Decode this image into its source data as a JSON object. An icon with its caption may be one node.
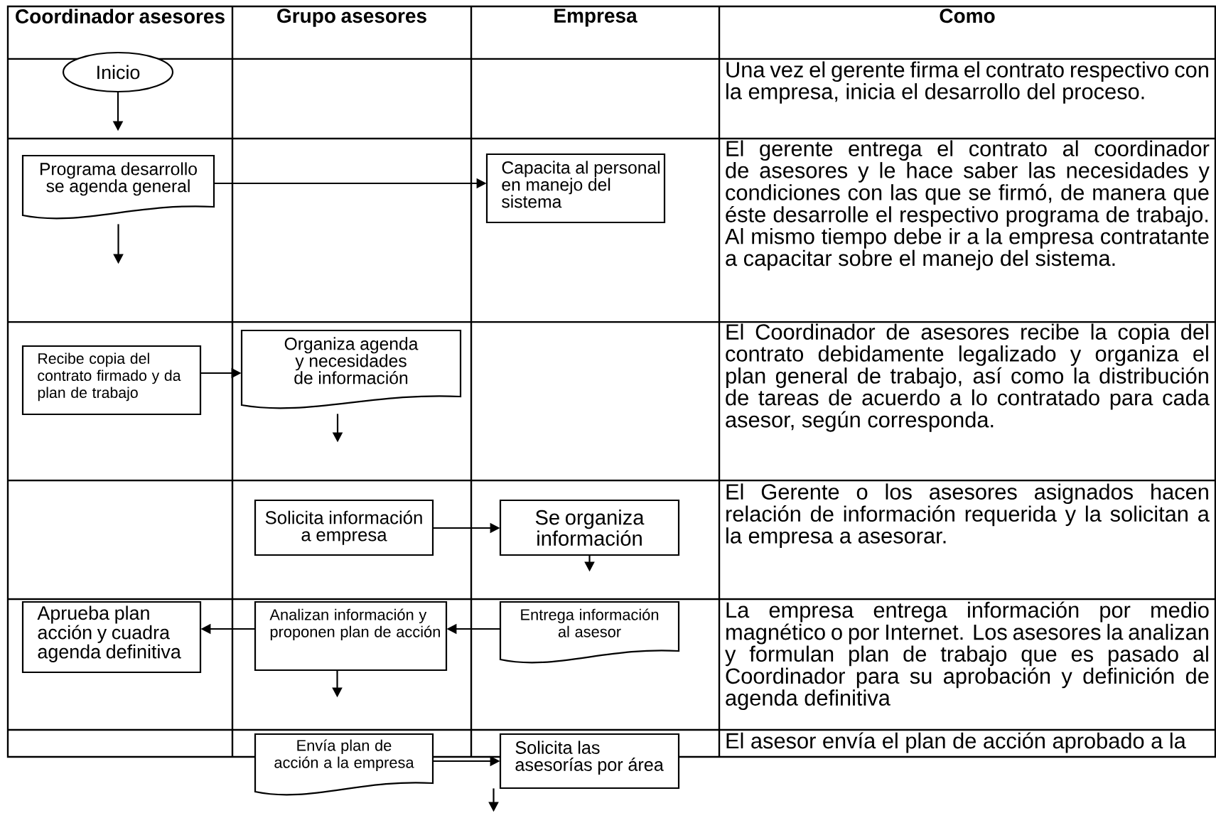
{
  "diagram": {
    "nodes": [
      {
        "text": [
          "Inicio"
        ]
      },
      {
        "text": [
          "Programa desarrollo se agenda general"
        ]
      },
      {
        "text": [
          "Capacita al personal en manejo del sistema"
        ]
      },
      {
        "text": [
          "Recibe copia del contrato firmado y da plan de trabajo"
        ]
      },
      {
        "text": [
          "Organiza agenda y necesidades de información"
        ]
      },
      {
        "text": [
          "Solicita información a empresa"
        ]
      },
      {
        "text": [
          "Se organiza información"
        ]
      },
      {
        "text": [
          "Aprueba plan acción y cuadra agenda definitiva"
        ]
      },
      {
        "text": [
          "Analizan información y proponen plan de acción"
        ]
      },
      {
        "text": [
          "Entrega información al asesor"
        ]
      },
      {
        "text": [
          "Envía plan de acción a la empresa"
        ]
      },
      {
        "text": [
          "Solicita las asesorías por área"
        ]
      }
    ],
    "edges": [
      {
        "from": 0,
        "to": null,
        "arrow": "to"
      },
      {
        "from": 1,
        "to": 2,
        "arrow": "to"
      },
      {
        "from": 1,
        "to": null,
        "arrow": "to"
      },
      {
        "from": 3,
        "to": 4,
        "arrow": "to"
      },
      {
        "from": 4,
        "to": null,
        "arrow": "to"
      },
      {
        "from": 5,
        "to": 6,
        "arrow": "to"
      },
      {
        "from": 6,
        "to": null,
        "arrow": "to"
      },
      {
        "from": 8,
        "to": 7,
        "arrow": "to"
      },
      {
        "from": 9,
        "to": 8,
        "arrow": "to"
      },
      {
        "from": 8,
        "to": null,
        "arrow": "to"
      },
      {
        "from": 10,
        "to": 11,
        "arrow": "to"
      },
      {
        "from": 11,
        "to": null,
        "arrow": "to"
      }
    ],
    "labels": [
      "Coordinador asesores",
      "Grupo asesores",
      "Empresa",
      "Como",
      "Una vez el gerente firma el contrato respectivo con la empresa, inicia el desarrollo del proceso.",
      "El gerente entrega el contrato al coordinador de asesores y le hace saber las necesidades y condiciones con las que se firmó, de manera que éste desarrolle el respectivo programa de trabajo. Al mismo tiempo debe ir a la empresa contratante a capacitar sobre el manejo del sistema.",
      "El Coordinador de asesores recibe la copia del contrato debidamente legalizado y organiza el plan general de trabajo, así como la distribución de tareas de acuerdo a lo contratado para cada asesor, según corresponda.",
      "El Gerente o los asesores asignados hacen relación de información requerida y la solicitan a la empresa a asesorar.",
      "La empresa entrega información por medio magnético o por Internet. Los asesores la analizan y formulan plan de trabajo que es pasado al Coordinador para su aprobación y definición de agenda definitiva",
      "El asesor envía el plan de acción aprobado a la"
    ]
  }
}
